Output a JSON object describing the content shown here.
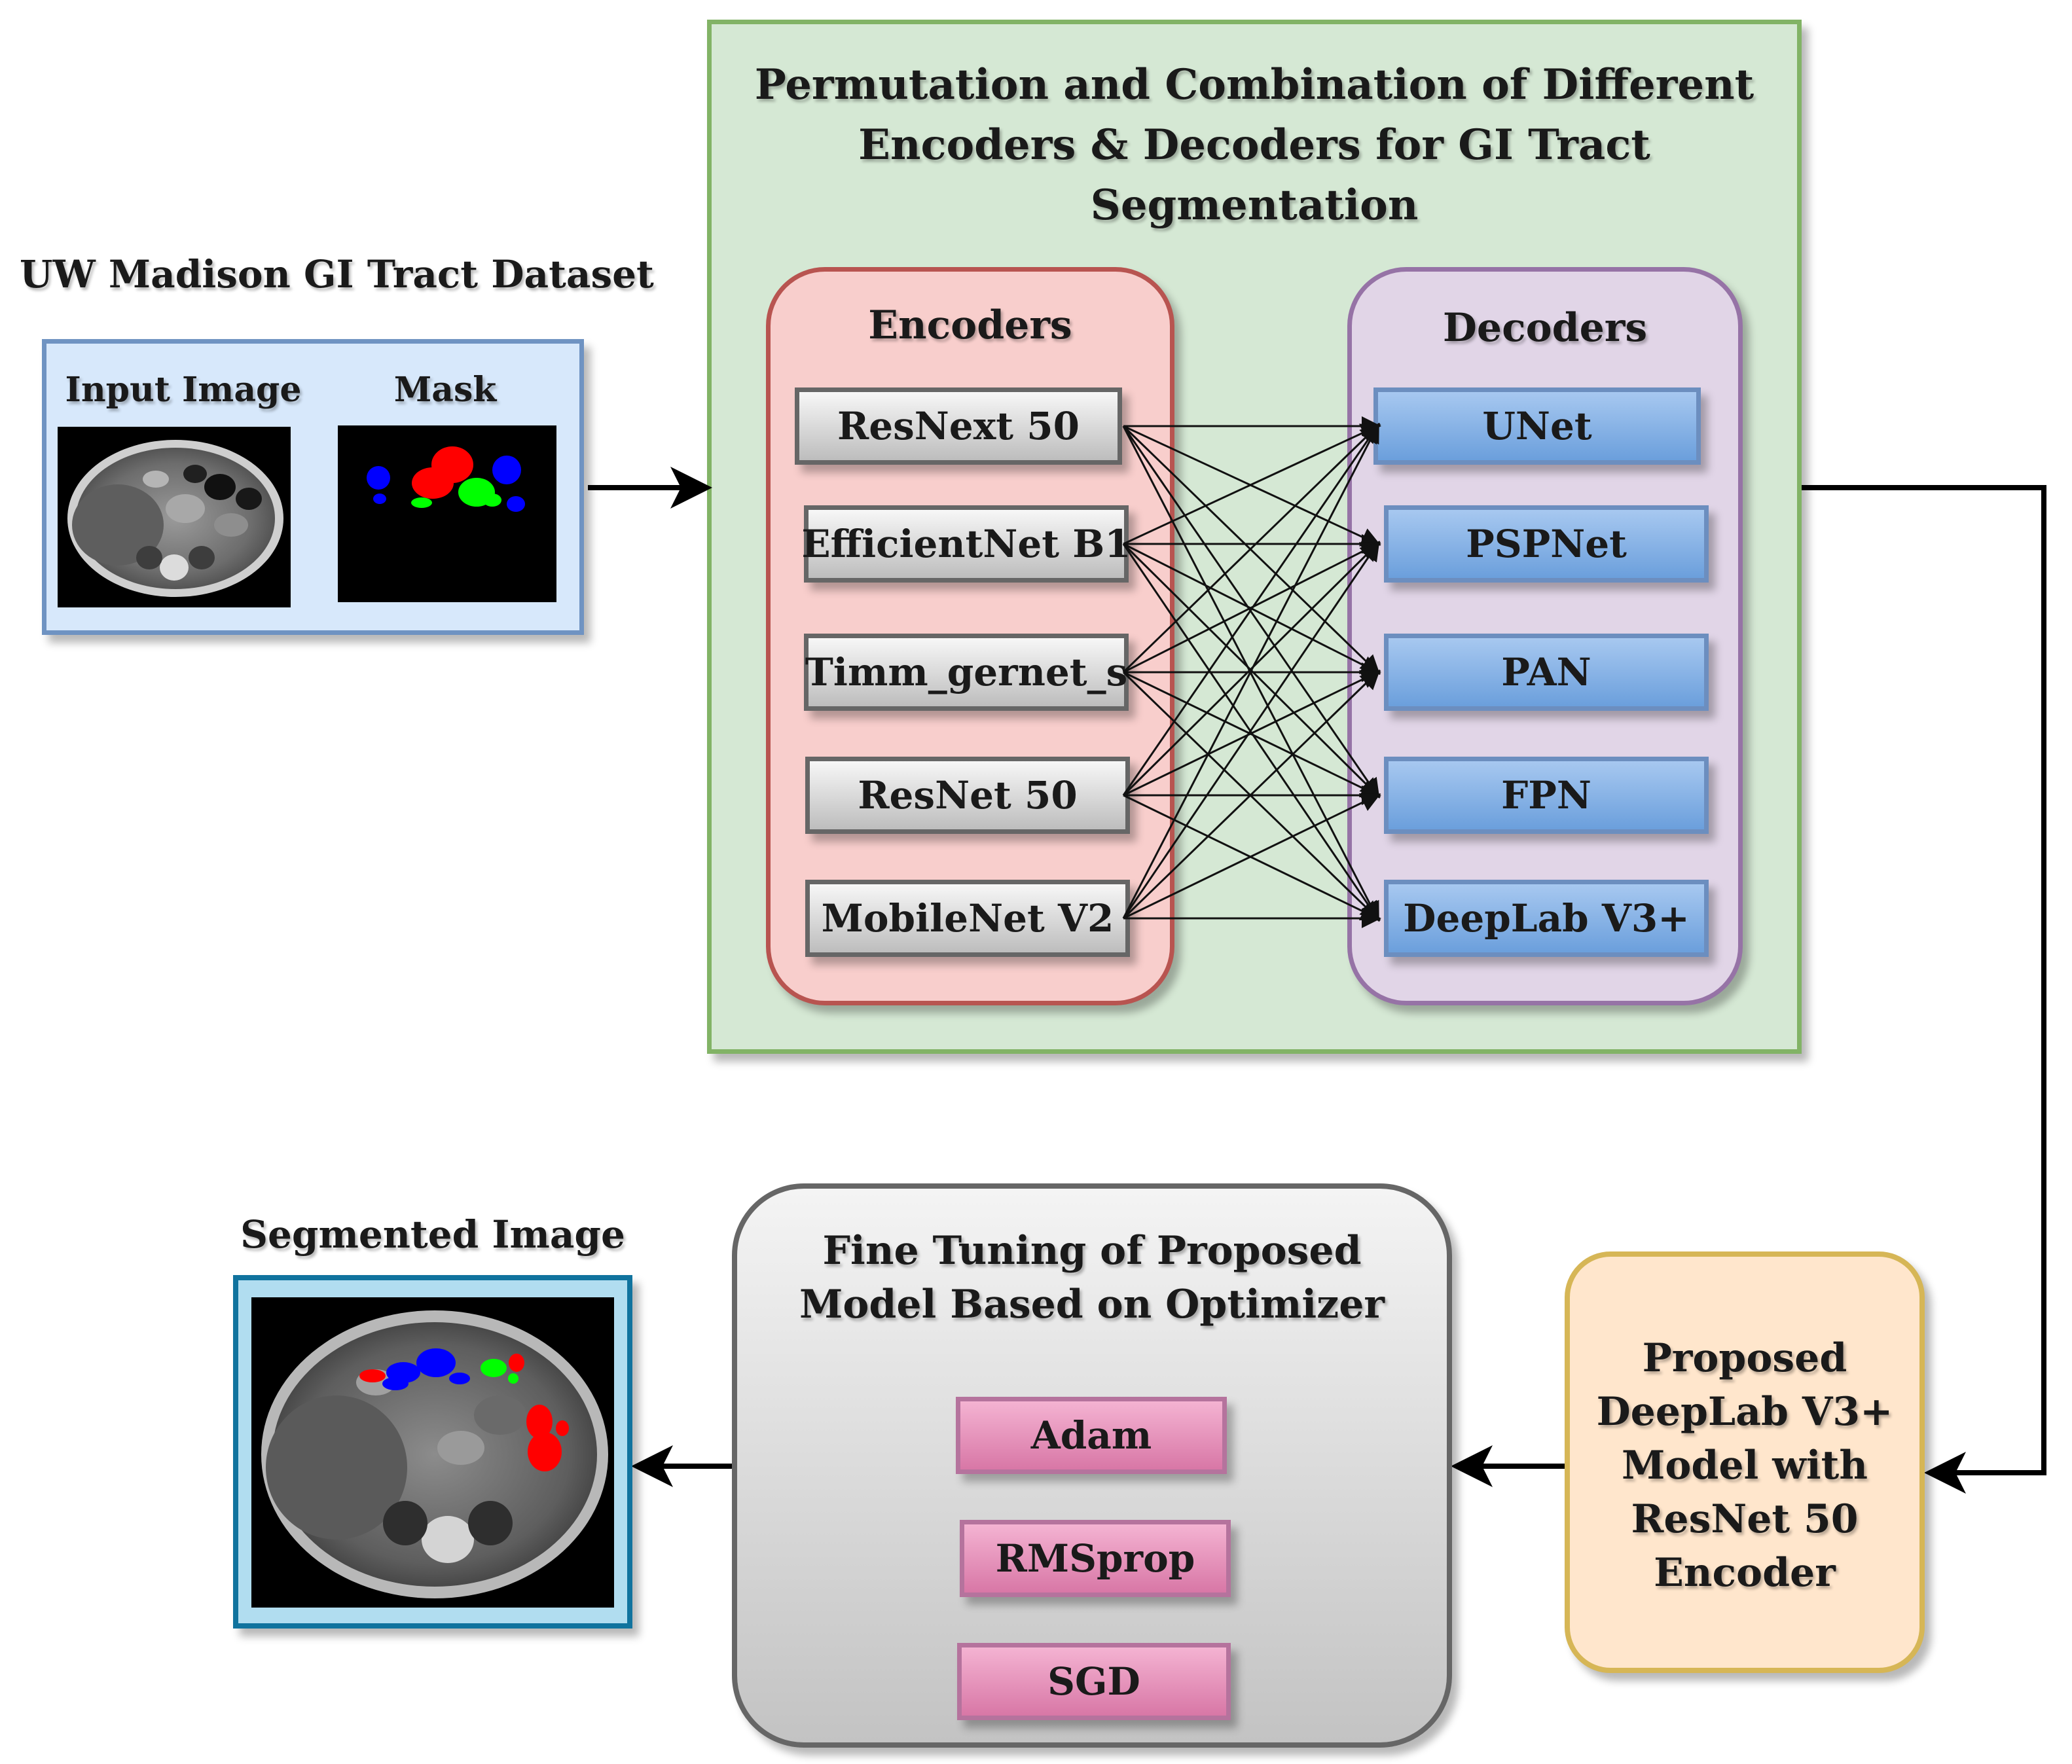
{
  "dataset": {
    "title": "UW Madison GI Tract Dataset",
    "input_label": "Input Image",
    "mask_label": "Mask"
  },
  "permutation": {
    "title_line1": "Permutation and Combination of Different",
    "title_line2": "Encoders & Decoders for GI Tract",
    "title_line3": "Segmentation"
  },
  "encoders": {
    "title": "Encoders",
    "items": [
      "ResNext 50",
      "EfficientNet B1",
      "Timm_gernet_s",
      "ResNet 50",
      "MobileNet V2"
    ]
  },
  "decoders": {
    "title": "Decoders",
    "items": [
      "UNet",
      "PSPNet",
      "PAN",
      "FPN",
      "DeepLab V3+"
    ]
  },
  "proposed": {
    "line1": "Proposed",
    "line2": "DeepLab V3+",
    "line3": "Model with",
    "line4": "ResNet 50",
    "line5": "Encoder"
  },
  "fine_tuning": {
    "title_line1": "Fine Tuning of Proposed",
    "title_line2": "Model Based on Optimizer",
    "optimizers": [
      "Adam",
      "RMSprop",
      "SGD"
    ]
  },
  "segmented": {
    "title": "Segmented Image"
  },
  "colors": {
    "stomach_mask": "#ff0000",
    "large_bowel_mask": "#0000ff",
    "small_bowel_mask": "#00ff00"
  }
}
